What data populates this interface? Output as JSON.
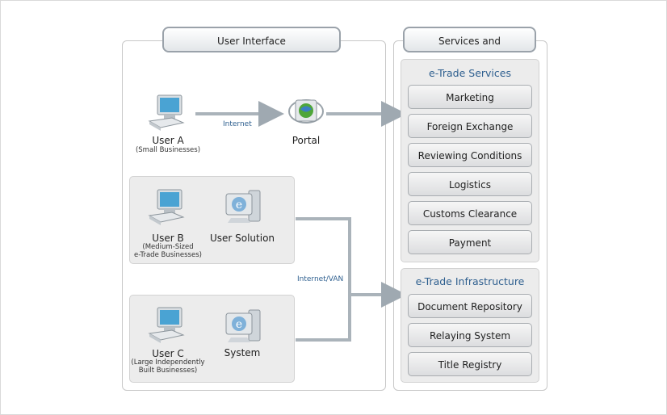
{
  "ui_panel": {
    "title": "User Interface"
  },
  "services_panel": {
    "title": "Services and Infrastructure"
  },
  "user_a": {
    "name": "User A",
    "sub": "(Small Businesses)"
  },
  "internet_label": "Internet",
  "portal_label": "Portal",
  "user_b": {
    "name": "User B",
    "sub_lines": [
      "(Medium-Sized",
      "e-Trade Businesses)"
    ],
    "system_label": "User Solution"
  },
  "user_c": {
    "name": "User C",
    "sub_lines": [
      "(Large Independently",
      "Built Businesses)"
    ],
    "system_label": "System"
  },
  "internet_van_label": "Internet/VAN",
  "etrade_services": {
    "title": "e-Trade Services",
    "items": [
      "Marketing",
      "Foreign Exchange",
      "Reviewing Conditions",
      "Logistics",
      "Customs Clearance",
      "Payment"
    ]
  },
  "etrade_infra": {
    "title": "e-Trade Infrastructure",
    "items": [
      "Document Repository",
      "Relaying System",
      "Title Registry"
    ]
  },
  "colors": {
    "accent": "#2e5f8f",
    "line": "#aab3ba"
  }
}
